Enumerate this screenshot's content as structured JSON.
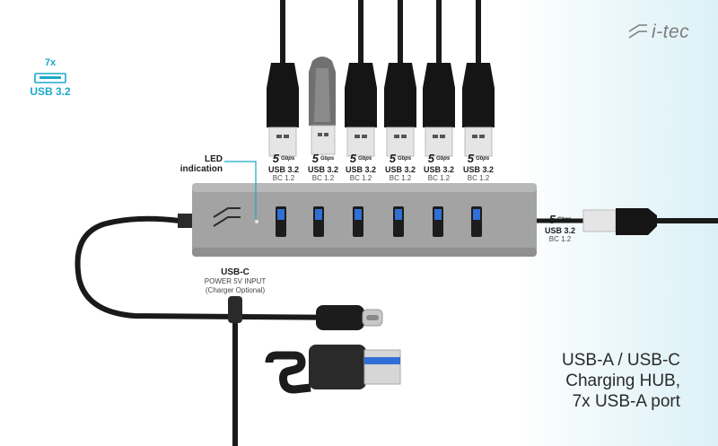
{
  "brand": {
    "name": "i-tec"
  },
  "badge": {
    "count": "7x",
    "label": "USB 3.2"
  },
  "ports_top": [
    {
      "speed_num": "5",
      "speed_unit": "Gbps",
      "std": "USB 3.2",
      "bc": "BC 1.2"
    },
    {
      "speed_num": "5",
      "speed_unit": "Gbps",
      "std": "USB 3.2",
      "bc": "BC 1.2"
    },
    {
      "speed_num": "5",
      "speed_unit": "Gbps",
      "std": "USB 3.2",
      "bc": "BC 1.2"
    },
    {
      "speed_num": "5",
      "speed_unit": "Gbps",
      "std": "USB 3.2",
      "bc": "BC 1.2"
    },
    {
      "speed_num": "5",
      "speed_unit": "Gbps",
      "std": "USB 3.2",
      "bc": "BC 1.2"
    },
    {
      "speed_num": "5",
      "speed_unit": "Gbps",
      "std": "USB 3.2",
      "bc": "BC 1.2"
    }
  ],
  "port_side": {
    "speed_num": "5",
    "speed_unit": "Gbps",
    "std": "USB 3.2",
    "bc": "BC 1.2"
  },
  "led": {
    "line1": "LED",
    "line2": "indication"
  },
  "usbc_input": {
    "title": "USB-C",
    "line1": "POWER 5V INPUT",
    "line2": "(Charger Optional)"
  },
  "caption": {
    "line1": "USB-A / USB-C",
    "line2": "Charging HUB,",
    "line3": "7x USB-A port"
  },
  "colors": {
    "accent": "#1aa9c9",
    "hub_body": "#a3a3a3",
    "port_blue": "#2f6fd6",
    "cable": "#1a1a1a"
  }
}
